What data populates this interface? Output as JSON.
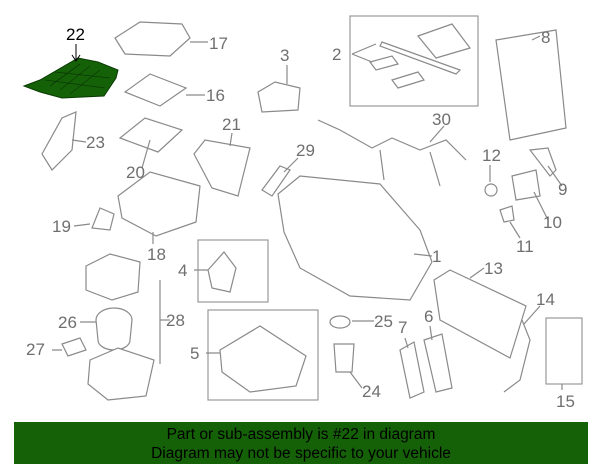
{
  "highlight_color": "#156108",
  "banner": {
    "line1": "Part or sub-assembly is #22 in diagram",
    "line2": "Diagram may not be specific to your vehicle"
  },
  "callouts": [
    "22",
    "17",
    "16",
    "3",
    "2",
    "8",
    "23",
    "21",
    "20",
    "29",
    "30",
    "12",
    "9",
    "19",
    "18",
    "10",
    "11",
    "1",
    "4",
    "13",
    "28",
    "26",
    "25",
    "7",
    "6",
    "14",
    "27",
    "5",
    "24",
    "15"
  ],
  "highlighted_part": "22"
}
